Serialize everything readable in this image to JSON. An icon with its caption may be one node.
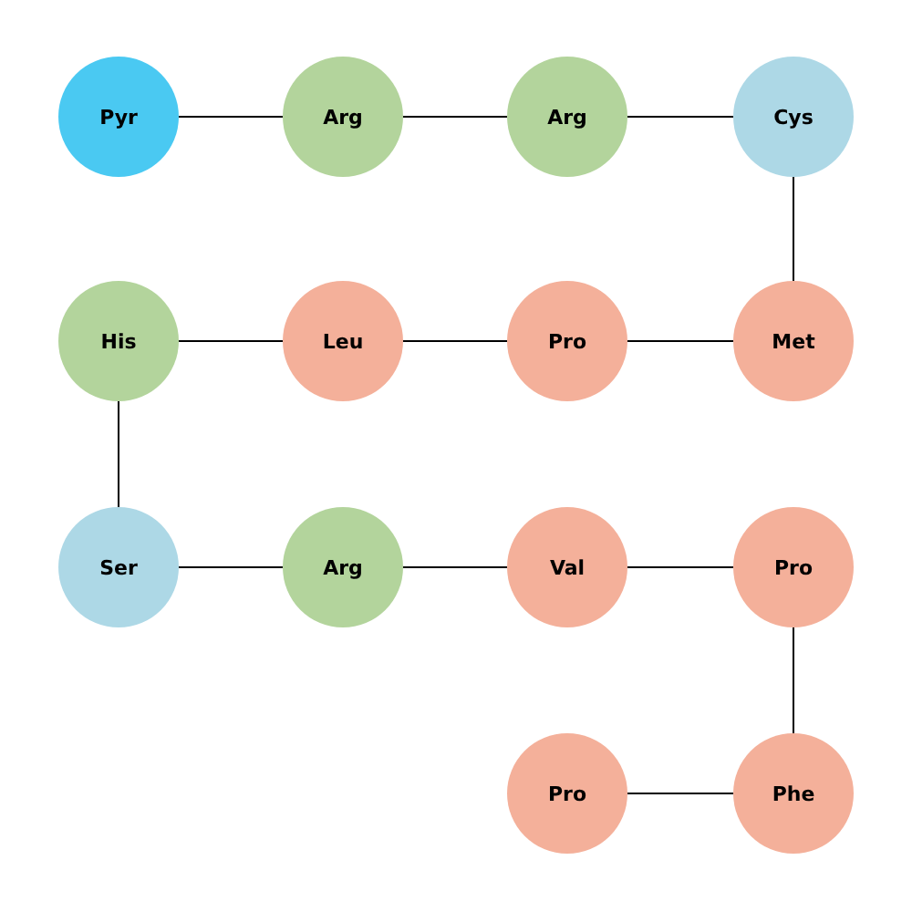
{
  "diagram": {
    "nodes": [
      {
        "text": [
          "Pyr"
        ]
      },
      {
        "text": [
          "Arg"
        ]
      },
      {
        "text": [
          "Arg"
        ]
      },
      {
        "text": [
          "Cys"
        ]
      },
      {
        "text": [
          "His"
        ]
      },
      {
        "text": [
          "Leu"
        ]
      },
      {
        "text": [
          "Pro"
        ]
      },
      {
        "text": [
          "Met"
        ]
      },
      {
        "text": [
          "Ser"
        ]
      },
      {
        "text": [
          "Arg"
        ]
      },
      {
        "text": [
          "Val"
        ]
      },
      {
        "text": [
          "Pro"
        ]
      },
      {
        "text": [
          "Pro"
        ]
      },
      {
        "text": [
          "Phe"
        ]
      }
    ],
    "edges": [
      {
        "from": 0,
        "to": 1,
        "arrow": "none"
      },
      {
        "from": 1,
        "to": 2,
        "arrow": "none"
      },
      {
        "from": 2,
        "to": 3,
        "arrow": "none"
      },
      {
        "from": 3,
        "to": 7,
        "arrow": "none"
      },
      {
        "from": 7,
        "to": 6,
        "arrow": "none"
      },
      {
        "from": 6,
        "to": 5,
        "arrow": "none"
      },
      {
        "from": 5,
        "to": 4,
        "arrow": "none"
      },
      {
        "from": 4,
        "to": 8,
        "arrow": "none"
      },
      {
        "from": 8,
        "to": 9,
        "arrow": "none"
      },
      {
        "from": 9,
        "to": 10,
        "arrow": "none"
      },
      {
        "from": 10,
        "to": 11,
        "arrow": "none"
      },
      {
        "from": 11,
        "to": 13,
        "arrow": "none"
      },
      {
        "from": 13,
        "to": 12,
        "arrow": "none"
      }
    ]
  }
}
